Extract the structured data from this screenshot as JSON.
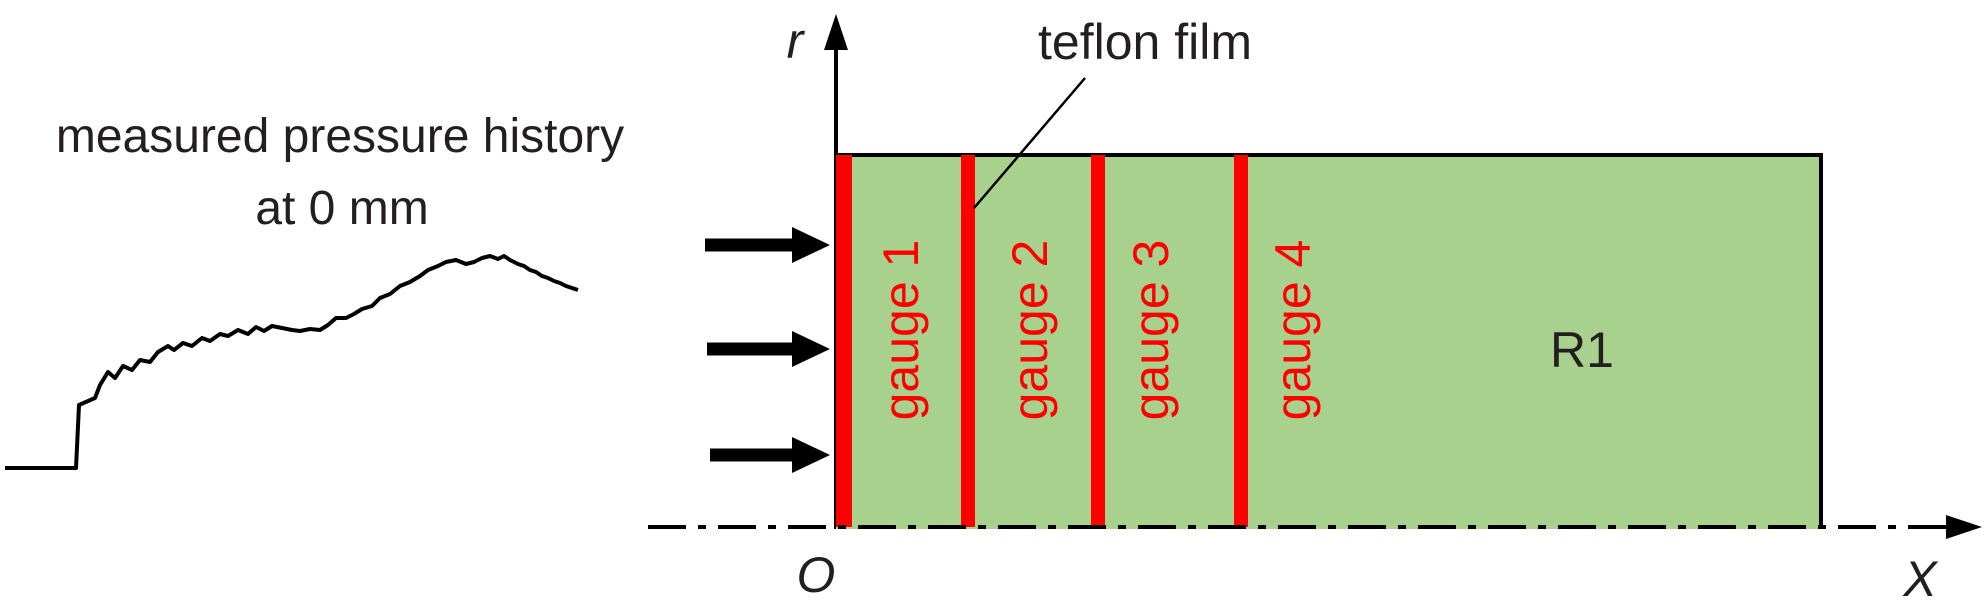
{
  "left_panel": {
    "title_line1": "measured pressure history",
    "title_line2": "at 0 mm"
  },
  "diagram": {
    "axis_r_label": "r",
    "axis_x_label": "X",
    "origin_label": "O",
    "film_label": "teflon film",
    "region_label": "R1",
    "gauges": [
      "gauge 1",
      "gauge 2",
      "gauge 3",
      "gauge 4"
    ]
  },
  "colors": {
    "specimen_fill": "#a9d18e",
    "gauge_red": "#ff0000",
    "ink": "#000000",
    "text": "#231f20"
  }
}
